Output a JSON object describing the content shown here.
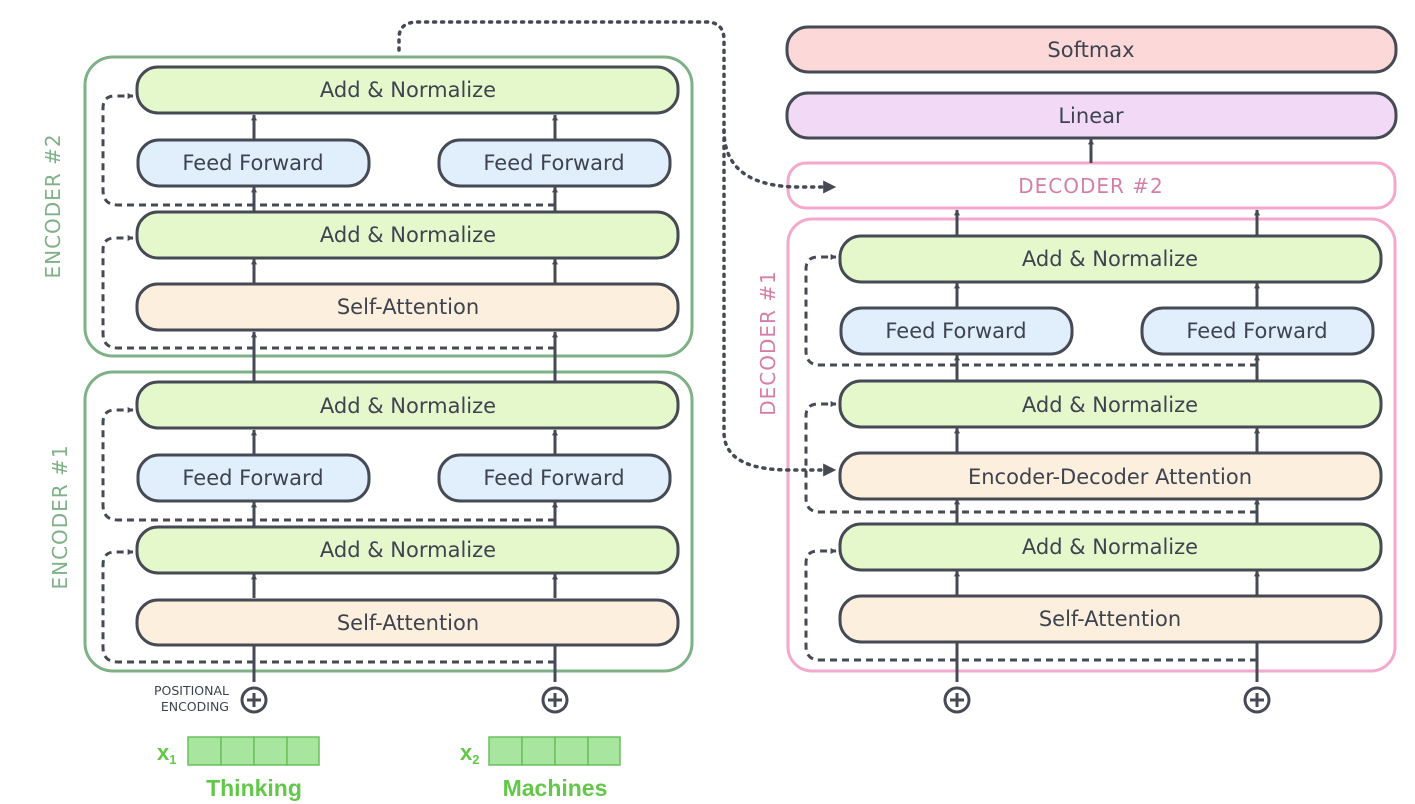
{
  "colors": {
    "stroke": "#454a54",
    "add_norm_fill": "#e4f8cc",
    "feed_forward_fill": "#e1effc",
    "attention_fill": "#fdefdd",
    "linear_fill": "#f2daf6",
    "softmax_fill": "#fdd8d8",
    "encoder_border": "#7fb187",
    "encoder_label": "#7fb187",
    "decoder_border": "#f4a9cc",
    "decoder_label": "#d57fa8",
    "input_green": "#63c84a",
    "embed_fill": "#a8e6a0",
    "embed_stroke": "#6cbf5f"
  },
  "encoder_2": {
    "label": "ENCODER #2",
    "add_norm_top": "Add & Normalize",
    "feed_forward_1": "Feed Forward",
    "feed_forward_2": "Feed Forward",
    "add_norm_bottom": "Add & Normalize",
    "self_attention": "Self-Attention"
  },
  "encoder_1": {
    "label": "ENCODER #1",
    "add_norm_top": "Add & Normalize",
    "feed_forward_1": "Feed Forward",
    "feed_forward_2": "Feed Forward",
    "add_norm_bottom": "Add & Normalize",
    "self_attention": "Self-Attention"
  },
  "positional_encoding": {
    "line1": "POSITIONAL",
    "line2": "ENCODING"
  },
  "inputs": [
    {
      "symbol": "x",
      "subscript": "1",
      "word": "Thinking"
    },
    {
      "symbol": "x",
      "subscript": "2",
      "word": "Machines"
    }
  ],
  "decoder_output": {
    "softmax": "Softmax",
    "linear": "Linear"
  },
  "decoder_2": {
    "label": "DECODER #2"
  },
  "decoder_1": {
    "label": "DECODER #1",
    "add_norm_top": "Add & Normalize",
    "feed_forward_1": "Feed Forward",
    "feed_forward_2": "Feed Forward",
    "add_norm_middle": "Add & Normalize",
    "enc_dec_attention": "Encoder-Decoder Attention",
    "add_norm_bottom": "Add & Normalize",
    "self_attention": "Self-Attention"
  }
}
